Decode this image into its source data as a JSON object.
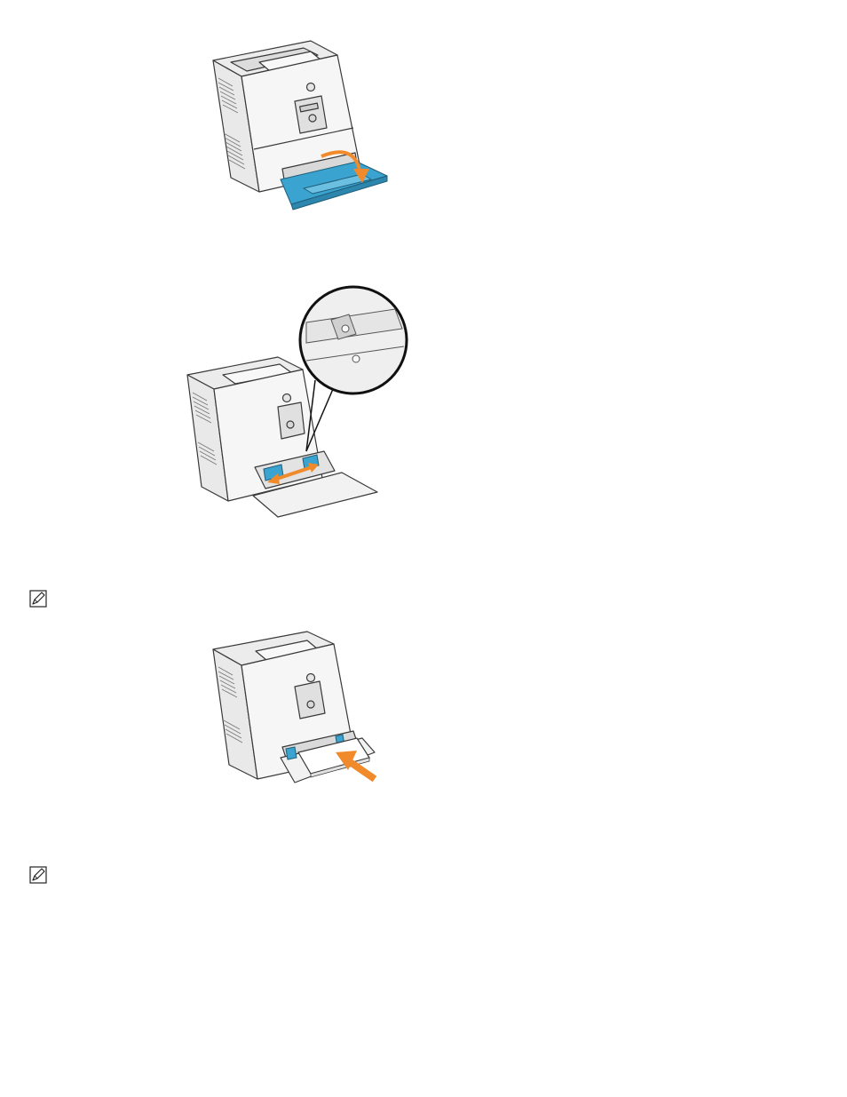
{
  "figures": [
    {
      "id": "open-multipurpose-feeder",
      "accent": "#3aa3cf",
      "arrow": "#f08a2a"
    },
    {
      "id": "slide-width-guides",
      "accent": "#3aa3cf",
      "arrow": "#f08a2a"
    },
    {
      "id": "insert-paper",
      "accent": "#3aa3cf",
      "arrow": "#f08a2a"
    }
  ],
  "notes": [
    {
      "icon": "note-pencil-icon"
    },
    {
      "icon": "note-pencil-icon"
    }
  ]
}
